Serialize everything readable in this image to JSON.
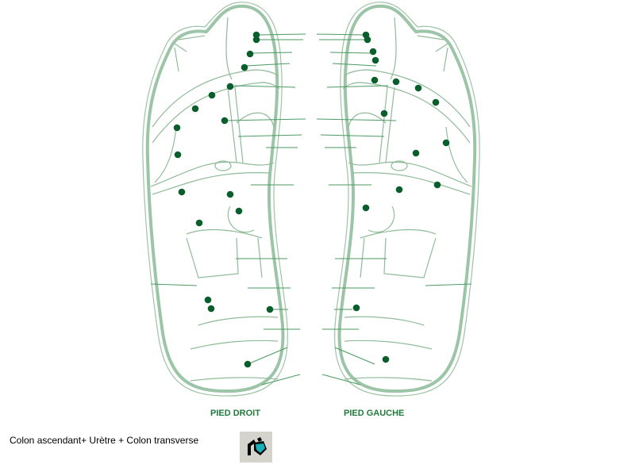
{
  "feet": {
    "right_label": "PIED DROIT",
    "left_label": "PIED GAUCHE"
  },
  "caption": "Colon ascendant+ Urètre + Colon transverse",
  "tool_button": {
    "icon": "paint-bucket-icon"
  },
  "colors": {
    "outline": "#9cc4a6",
    "dot": "#0a5e2c",
    "label": "#1f7a3c"
  }
}
